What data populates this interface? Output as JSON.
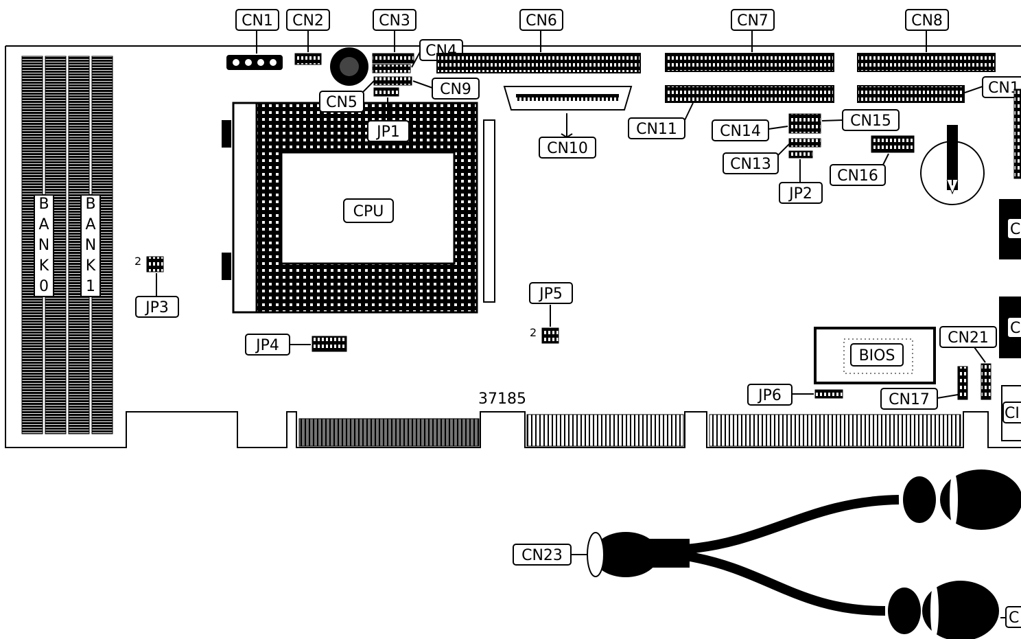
{
  "labels": {
    "cn1": "CN1",
    "cn2": "CN2",
    "cn3": "CN3",
    "cn4": "CN4",
    "cn5": "CN5",
    "cn6": "CN6",
    "cn7": "CN7",
    "cn8": "CN8",
    "cn9": "CN9",
    "cn10": "CN10",
    "cn11": "CN11",
    "cn12": "CN1",
    "cn13": "CN13",
    "cn14": "CN14",
    "cn15": "CN15",
    "cn16": "CN16",
    "cn17": "CN17",
    "cn21": "CN21",
    "cn23": "CN23",
    "jp1": "JP1",
    "jp2": "JP2",
    "jp3": "JP3",
    "jp4": "JP4",
    "jp5": "JP5",
    "jp6": "JP6",
    "cpu": "CPU",
    "bios": "BIOS",
    "bank0": [
      "B",
      "A",
      "N",
      "K",
      "0"
    ],
    "bank1": [
      "B",
      "A",
      "N",
      "K",
      "1"
    ],
    "board_id": "37185",
    "pin2_jp3": "2",
    "pin2_jp5": "2",
    "right_edge_1": "C",
    "right_edge_2": "C",
    "right_edge_3": "CI",
    "right_edge_4": "C"
  }
}
